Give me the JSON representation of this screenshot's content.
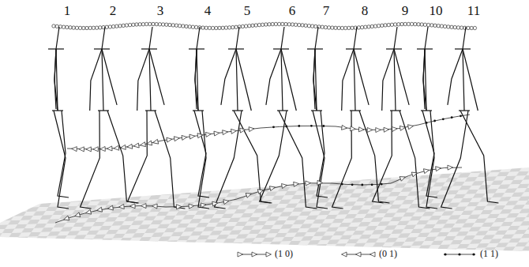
{
  "diagram": {
    "labels": [
      "1",
      "2",
      "3",
      "4",
      "5",
      "6",
      "7",
      "8",
      "9",
      "10",
      "11"
    ],
    "legend": [
      {
        "text": "(1 0)"
      },
      {
        "text": "(0 1)"
      },
      {
        "text": "(1 1)"
      }
    ]
  }
}
